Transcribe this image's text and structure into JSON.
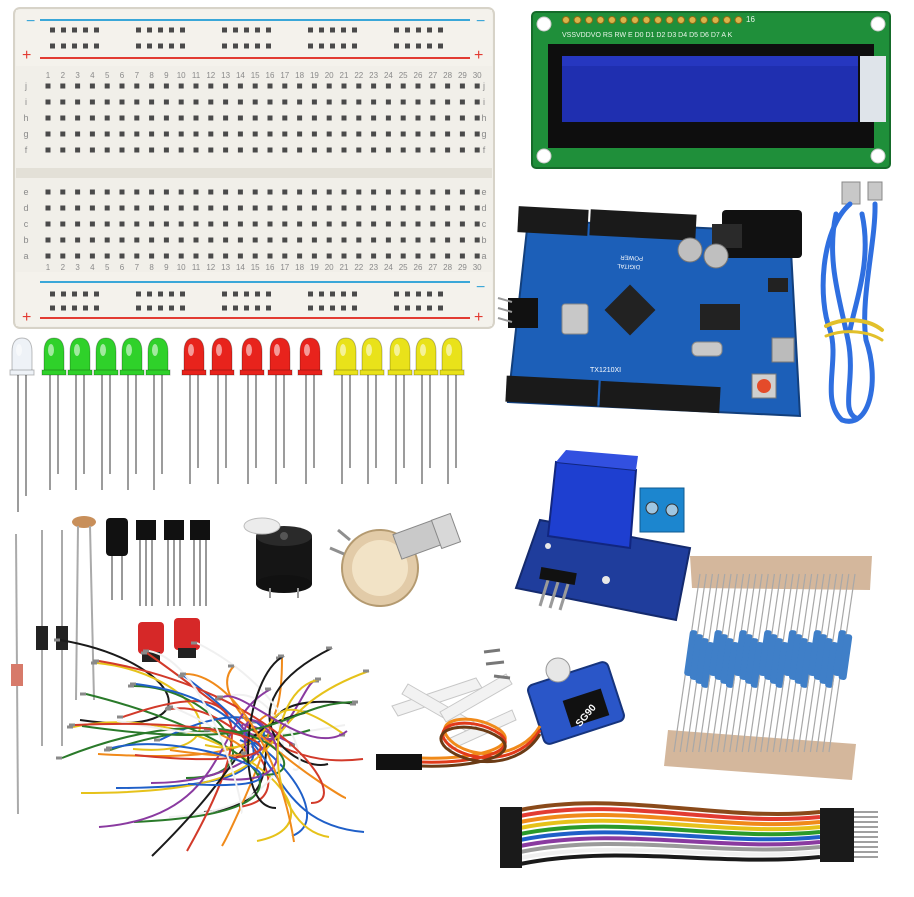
{
  "breadboard": {
    "row_letters_top": [
      "j",
      "i",
      "h",
      "g",
      "f"
    ],
    "row_letters_bottom": [
      "e",
      "d",
      "c",
      "b",
      "a"
    ],
    "column_numbers": [
      "1",
      "2",
      "3",
      "4",
      "5",
      "6",
      "7",
      "8",
      "9",
      "10",
      "11",
      "12",
      "13",
      "14",
      "15",
      "16",
      "17",
      "18",
      "19",
      "20",
      "21",
      "22",
      "23",
      "24",
      "25",
      "26",
      "27",
      "28",
      "29",
      "30"
    ],
    "rail_plus": "+",
    "rail_minus": "−"
  },
  "lcd": {
    "pin_labels": "VSSVDDVO RS RW E  D0 D1 D2 D3 D4 D5 D6 D7 A  K",
    "pin_count_label": "16"
  },
  "arduino": {
    "silk_power": "POWER",
    "silk_digital": "DIGITAL",
    "silk_model": "TX1210XI"
  },
  "servo": {
    "label": "SG90"
  },
  "colors": {
    "breadboard": "#f1efe9",
    "lcd_pcb": "#1f8f3a",
    "lcd_screen": "#1f2fb0",
    "arduino_pcb": "#1c5fb8",
    "relay_body": "#1f3d9c",
    "usb_cable": "#2f6fe0",
    "led_green": "#2fd12a",
    "led_red": "#e8231c",
    "led_yellow": "#e9e21a",
    "servo_body": "#2a56c8"
  },
  "icons": {
    "breadboard": "breadboard-icon",
    "lcd": "lcd-display-icon",
    "arduino": "arduino-board-icon",
    "usb_cable": "usb-cable-icon",
    "relay": "relay-module-icon",
    "servo": "servo-motor-icon"
  }
}
